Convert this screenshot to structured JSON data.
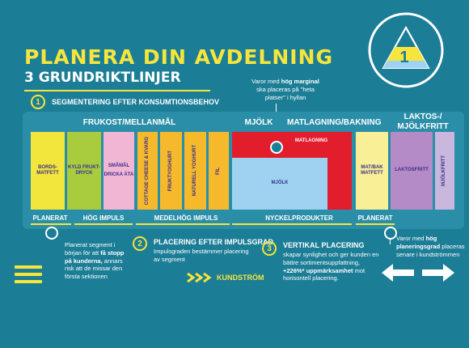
{
  "header": {
    "title": "PLANERA DIN AVDELNING",
    "subtitle": "3 GRUNDRIKTLINJER",
    "logo_number": "1"
  },
  "steps": [
    {
      "number": "1",
      "title": "SEGMENTERING EFTER KONSUMTIONSBEHOV"
    },
    {
      "number": "2",
      "title": "PLACERING EFTER IMPULSGRAD",
      "text": "Impulsgraden bestämmer placering av segment"
    },
    {
      "number": "3",
      "title": "VERTIKAL PLACERING",
      "text_1": "skapar synlighet och ger kunden en",
      "text_2": "bättre sortimentsuppfattning,",
      "highlight": "+226%* uppmärksamhet",
      "text_3": "mot",
      "text_4": "horisontell placering."
    }
  ],
  "callouts": {
    "top": {
      "text_1": "Varor med",
      "bold": "hög marginal",
      "text_2": "ska placeras på \"heta",
      "text_3": "platser\" i hyllan"
    },
    "left": {
      "text_1": "Planerat segment i",
      "text_2": "början för att",
      "bold_1": "få stopp",
      "bold_2": "på kunderna,",
      "text_3": "annars",
      "text_4": "risk att de missar den",
      "text_5": "första sektionen"
    },
    "right": {
      "text_1": "Varor med",
      "bold_1": "hög",
      "bold_2": "planeringsgrad",
      "text_2": "placeras",
      "text_3": "senare i kundströmmen"
    }
  },
  "sections": {
    "frukost": "FRUKOST/MELLANMÅL",
    "mjolk": "MJÖLK",
    "matlagning": "MATLAGNING/BAKNING",
    "laktos_1": "LAKTOS-/",
    "laktos_2": "MJÖLKFRITT"
  },
  "columns": [
    {
      "label": "BORDS-MATFETT",
      "color": "#f2e63c"
    },
    {
      "label": "KYLD FRUKT-DRYCK",
      "color": "#a9cc3f"
    },
    {
      "label": "SMÅMÅL",
      "label_2": "DRICKA ÄTA",
      "color": "#f1b6d4"
    },
    {
      "label": "COTTAGE CHEESE & KVARG",
      "color": "#f7b92c"
    },
    {
      "label": "FRUKTYOGHURT",
      "color": "#f7b92c"
    },
    {
      "label": "NATURELL YOGHURT",
      "color": "#f7b92c"
    },
    {
      "label": "FIL",
      "color": "#f7b92c"
    },
    {
      "label": "MATLAGNING",
      "color": "#e21e2d"
    },
    {
      "label": "MJÖLK",
      "color": "#9fd2f0"
    },
    {
      "label": "MAT/BAK MATFETT",
      "color": "#f8ef96"
    },
    {
      "label": "LAKTOSFRITT",
      "color": "#b48bc6"
    },
    {
      "label": "MJÖLKFRITT",
      "color": "#c9b7de"
    }
  ],
  "footer_labels": {
    "planerat_left": "PLANERAT",
    "hog_impuls": "HÖG IMPULS",
    "medelhog_impuls": "MEDELHÖG IMPULS",
    "nyckelprodukter": "NYCKELPRODUKTER",
    "planerat_right": "PLANERAT"
  },
  "flow": {
    "label": "KUNDSTRÖM"
  },
  "colors": {
    "background": "#1b7d96",
    "accent": "#f7e53c",
    "panel": "#2a8ea8"
  }
}
